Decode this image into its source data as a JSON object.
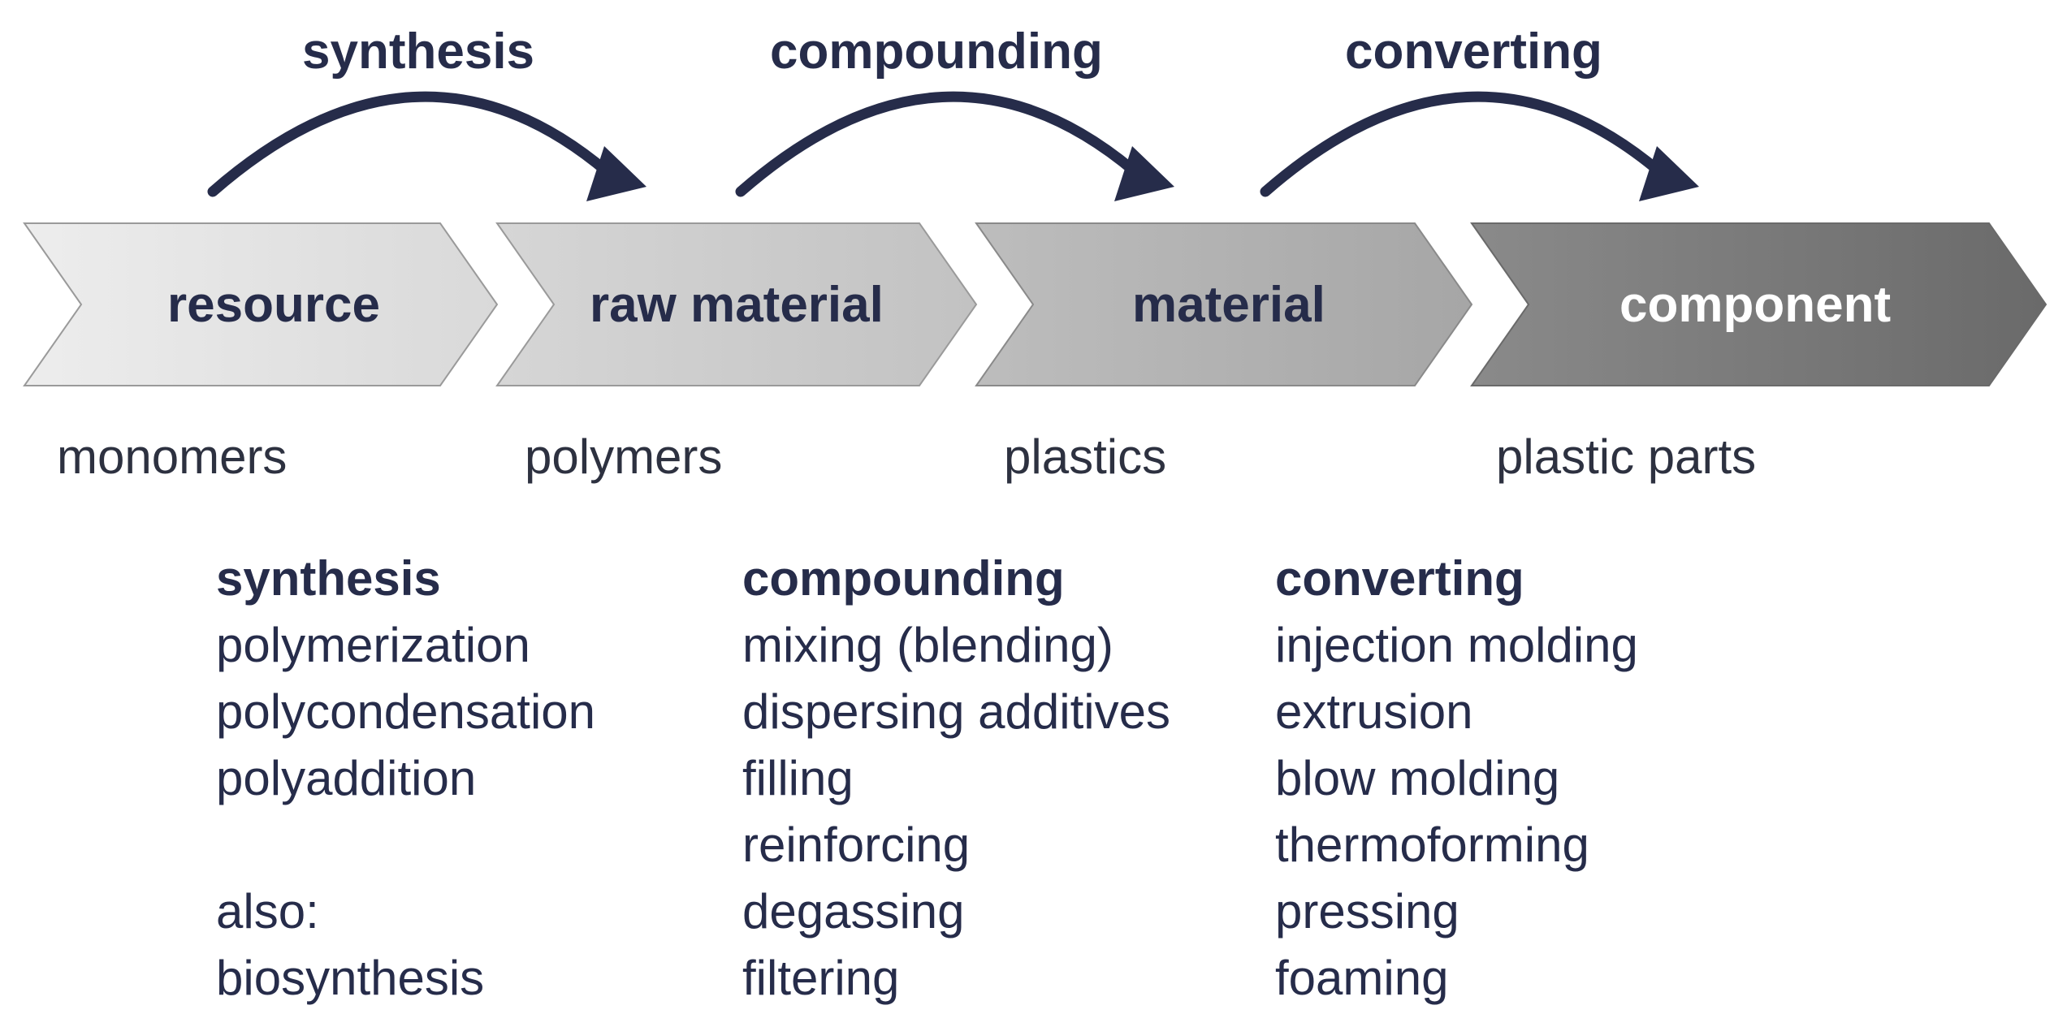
{
  "colors": {
    "text": "#262c4a",
    "arrow": "#262c4a",
    "stage_fills": [
      "#e6e6e6",
      "#cdcdcd",
      "#b3b3b3",
      "#7a7a7a"
    ],
    "component_text": "#ffffff"
  },
  "steps": [
    {
      "label": "synthesis"
    },
    {
      "label": "compounding"
    },
    {
      "label": "converting"
    }
  ],
  "stages": [
    {
      "label": "resource",
      "product": "monomers"
    },
    {
      "label": "raw material",
      "product": "polymers"
    },
    {
      "label": "material",
      "product": "plastics"
    },
    {
      "label": "component",
      "product": "plastic parts"
    }
  ],
  "processes": [
    {
      "title": "synthesis",
      "items": [
        "polymerization",
        "polycondensation",
        "polyaddition",
        "",
        "also:",
        "biosynthesis"
      ]
    },
    {
      "title": "compounding",
      "items": [
        "mixing (blending)",
        "dispersing additives",
        "filling",
        "reinforcing",
        "degassing",
        "filtering"
      ]
    },
    {
      "title": "converting",
      "items": [
        "injection molding",
        "extrusion",
        "blow molding",
        "thermoforming",
        "pressing",
        "foaming"
      ]
    }
  ]
}
